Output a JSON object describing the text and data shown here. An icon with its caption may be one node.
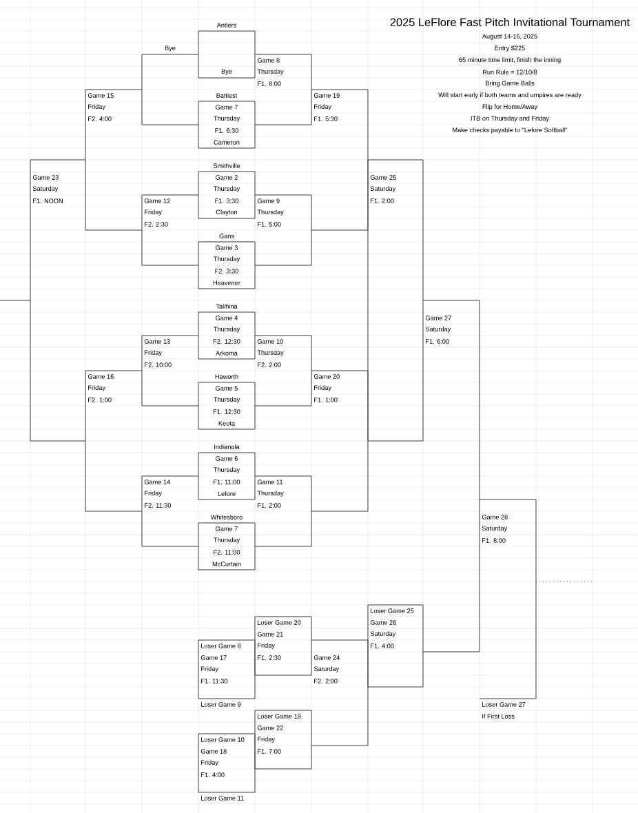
{
  "diagram": {
    "title": "2025 LeFlore Fast Pitch Invitational Tournament",
    "nodes": [
      {
        "text": [
          "Antlers",
          "Bye"
        ]
      },
      {
        "text": [
          "Bye"
        ]
      },
      {
        "text": [
          "Game 8",
          "Thursday",
          "F1. 8:00"
        ]
      },
      {
        "text": [
          "Game 15",
          "Friday",
          "F2. 4:00"
        ]
      },
      {
        "text": [
          "Game 19",
          "Friday",
          "F1. 5:30"
        ]
      },
      {
        "text": [
          "Battiest",
          "Game 7",
          "Thursday",
          "F1. 6:30",
          "Cameron"
        ]
      },
      {
        "text": [
          "Game 23",
          "Saturday",
          "F1. NOON"
        ]
      },
      {
        "text": [
          "Game 25",
          "Saturday",
          "F1. 2:00"
        ]
      },
      {
        "text": [
          "Smithville",
          "Game 2",
          "Thursday",
          "F1. 3:30",
          "Clayton"
        ]
      },
      {
        "text": [
          "Game 12",
          "Friday",
          "F2. 2:30"
        ]
      },
      {
        "text": [
          "Game 9",
          "Thursday",
          "F1. 5:00"
        ]
      },
      {
        "text": [
          "Gans",
          "Game 3",
          "Thursday",
          "F2. 3:30",
          "Heavener"
        ]
      },
      {
        "text": [
          "Game 27",
          "Saturday",
          "F1. 6:00"
        ]
      },
      {
        "text": [
          "Talihina",
          "Game 4",
          "Thursday",
          "F2. 12:30",
          "Arkoma"
        ]
      },
      {
        "text": [
          "Game 13",
          "Friday",
          "F2. 10:00"
        ]
      },
      {
        "text": [
          "Game 10",
          "Thursday",
          "F2. 2:00"
        ]
      },
      {
        "text": [
          "Game 16",
          "Friday",
          "F2. 1:00"
        ]
      },
      {
        "text": [
          "Game 20",
          "Friday",
          "F1. 1:00"
        ]
      },
      {
        "text": [
          "Haworth",
          "Game 5",
          "Thursday",
          "F1. 12:30",
          "Keota"
        ]
      },
      {
        "text": [
          "Indianola",
          "Game 6",
          "Thursday",
          "F1. 11:00",
          "Lefore"
        ]
      },
      {
        "text": [
          "Game 14",
          "Friday",
          "F2. 11:30"
        ]
      },
      {
        "text": [
          "Game 11",
          "Thursday",
          "F1. 2:00"
        ]
      },
      {
        "text": [
          "Game 28",
          "Saturday",
          "F1. 8:00"
        ],
        "beside": [
          "Loser Game 27",
          "If First Loss"
        ]
      },
      {
        "text": [
          "Whitesboro",
          "Game 7",
          "Thursday",
          "F2. 11:00",
          "McCurtain"
        ]
      },
      {
        "text": [
          "Loser Game 25",
          "Game 26",
          "Saturday",
          "F1. 4:00"
        ]
      },
      {
        "text": [
          "Loser Game 20",
          "Game 21",
          "Friday",
          "F1. 2:30"
        ]
      },
      {
        "text": [
          "Loser Game 8",
          "Game 17",
          "Friday",
          "F1. 11:30"
        ],
        "beside": [
          "Loser Game 9"
        ]
      },
      {
        "text": [
          "Game 24",
          "Saturday",
          "F2. 2:00"
        ]
      },
      {
        "text": [
          "Loser Game 19",
          "Game 22",
          "Friday",
          "F1. 7:00"
        ]
      },
      {
        "text": [
          "Loser Game 10",
          "Game 18",
          "Friday",
          "F1. 4:00"
        ],
        "beside": [
          "Loser Game 11"
        ]
      }
    ],
    "labels": [
      "August 14-16, 2025",
      "Entry $225",
      "65 minute time limit, finish the inning",
      "Run Rule = 12/10/8",
      "Bring Game Balls",
      "Will start early if both teams and umpires are ready",
      "Flip for Home/Away",
      "ITB on Thursday and Friday",
      "Make checks payable to \"Lefore Softball\""
    ]
  }
}
